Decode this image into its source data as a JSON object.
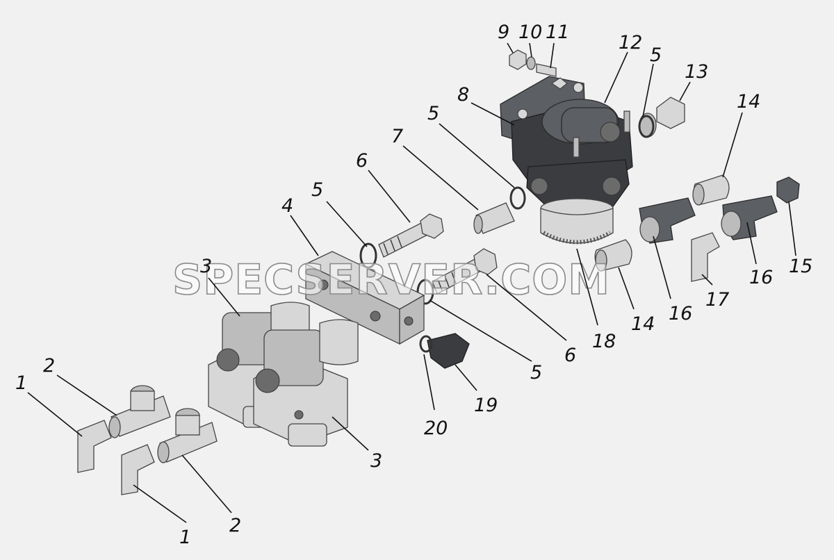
{
  "watermark": "SPECSERVER.COM",
  "callouts": [
    "1",
    "2",
    "3",
    "4",
    "5",
    "6",
    "7",
    "8",
    "9",
    "10",
    "11",
    "12",
    "13",
    "14",
    "15",
    "16",
    "17",
    "18",
    "19",
    "20"
  ],
  "colors": {
    "background": "#f1f1f1",
    "part_light": "#d7d7d7",
    "part_dark": "#5c5f63",
    "line": "#111111"
  }
}
